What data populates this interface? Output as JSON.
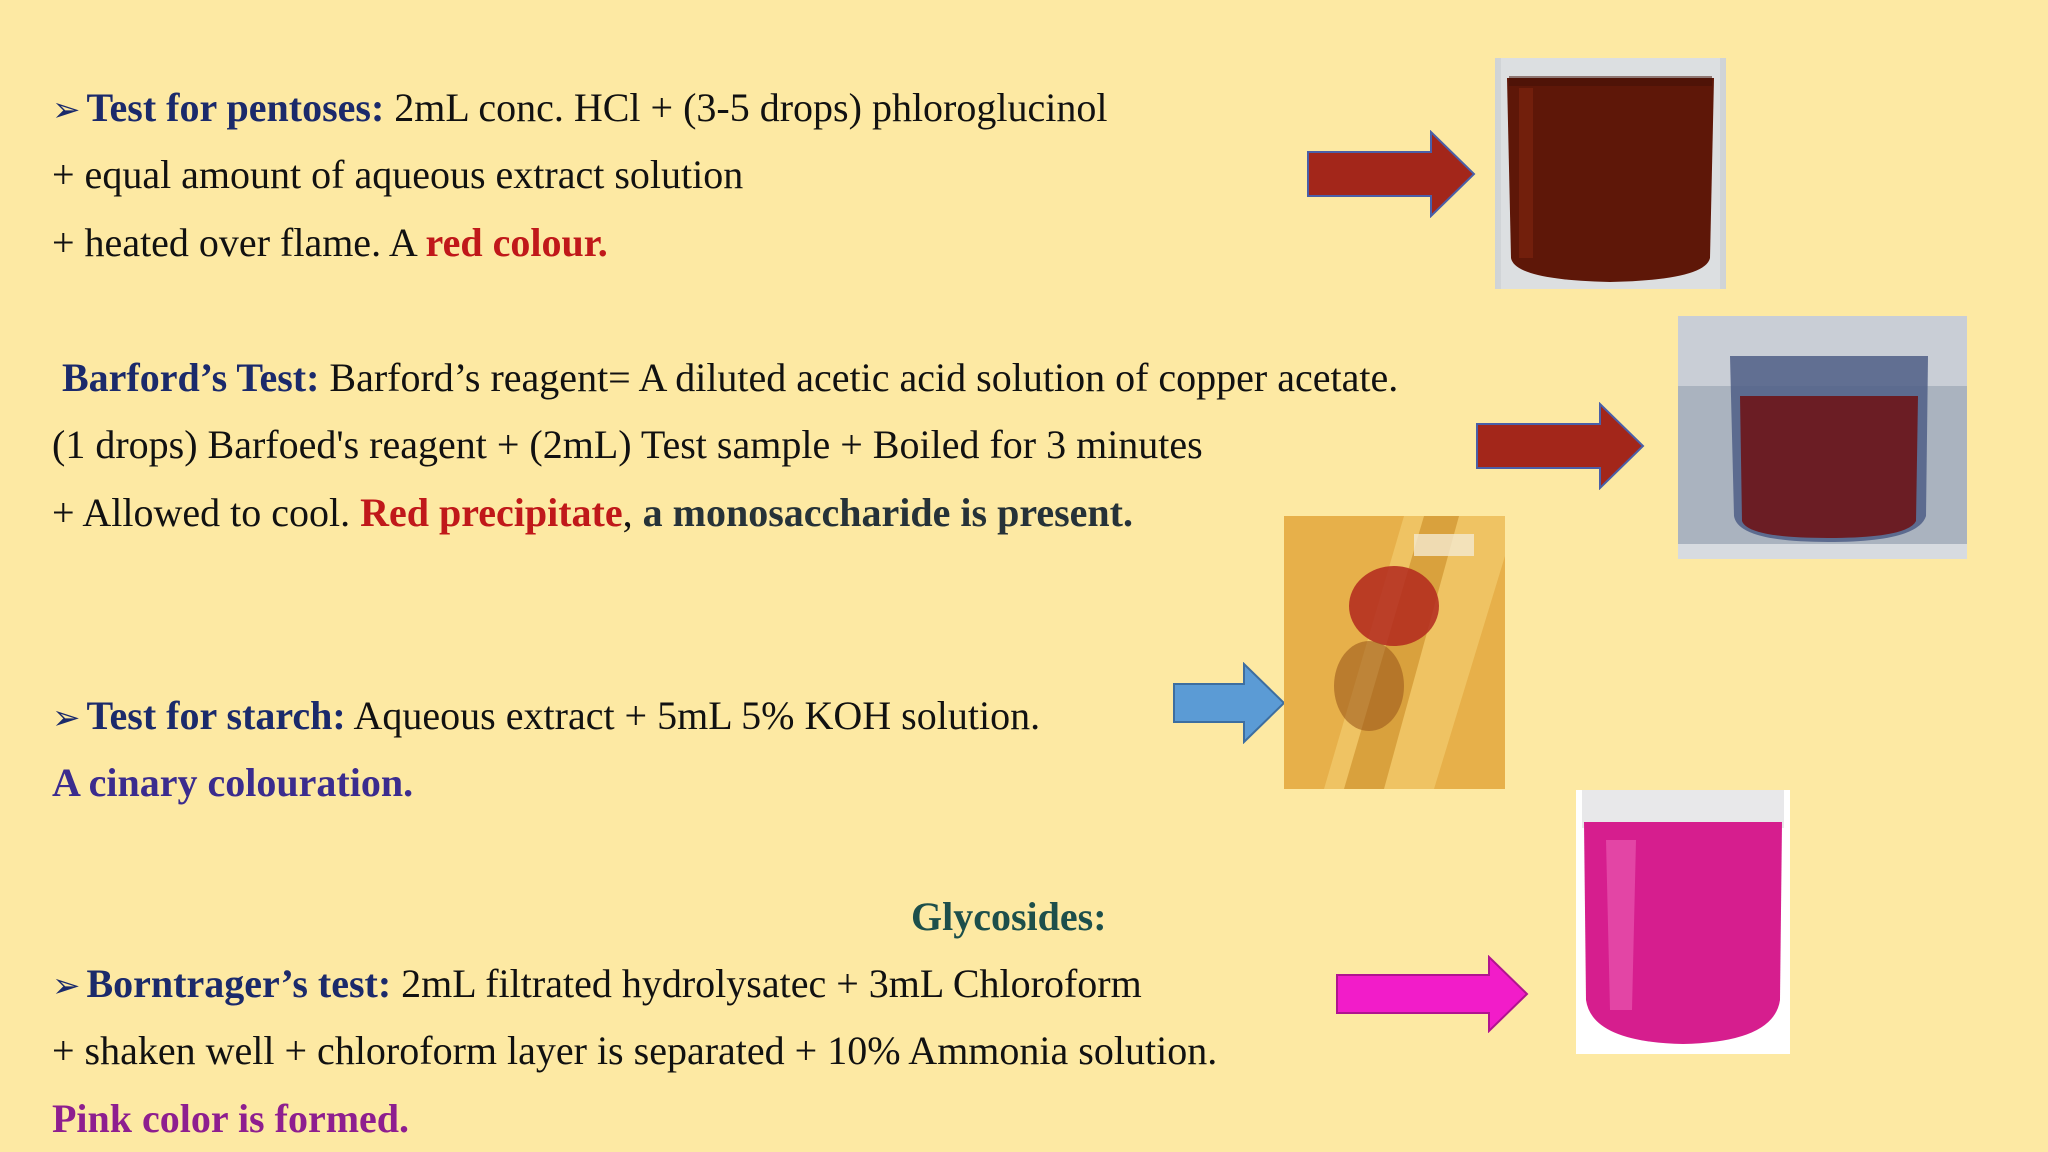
{
  "pentoses": {
    "bullet": "➢",
    "title": "Test for pentoses:",
    "line1": " 2mL conc. HCl + (3-5 drops) phloroglucinol",
    "line2": "+ equal  amount of aqueous extract solution",
    "line3_pre": "+ heated over flame. A ",
    "line3_result": "red colour."
  },
  "barfoed": {
    "title": "Barford’s Test:",
    "line1": "  Barford’s reagent= A diluted acetic acid solution of copper acetate.",
    "line2": "(1 drops) Barfoed's reagent + (2mL) Test sample + Boiled for 3 minutes",
    "line3_pre": "+ Allowed to cool. ",
    "line3_result": "Red precipitate",
    "line3_sep": ", ",
    "line3_conclusion": "a monosaccharide is present."
  },
  "starch": {
    "bullet": "➢",
    "title": "Test for starch:",
    "line1": " Aqueous extract + 5mL 5% KOH solution.",
    "line2": "A cinary colouration."
  },
  "glycosides": {
    "heading": "Glycosides:",
    "bullet": "➢",
    "title": "Borntrager’s test:",
    "line1": " 2mL filtrated hydrolysatec + 3mL Chloroform",
    "line2": " + shaken well + chloroform layer is separated + 10% Ammonia solution.",
    "line3": "Pink color is formed."
  },
  "colors": {
    "background": "#FDE9A3",
    "arrow_dark_red": "#A3261A",
    "arrow_blue": "#5B9BD5",
    "arrow_magenta": "#F21CC9"
  },
  "icons": {
    "pentose_arrow": "right-arrow-icon",
    "barfoed_arrow": "right-arrow-icon",
    "starch_arrow": "right-arrow-icon",
    "borntrager_arrow": "right-arrow-icon"
  }
}
